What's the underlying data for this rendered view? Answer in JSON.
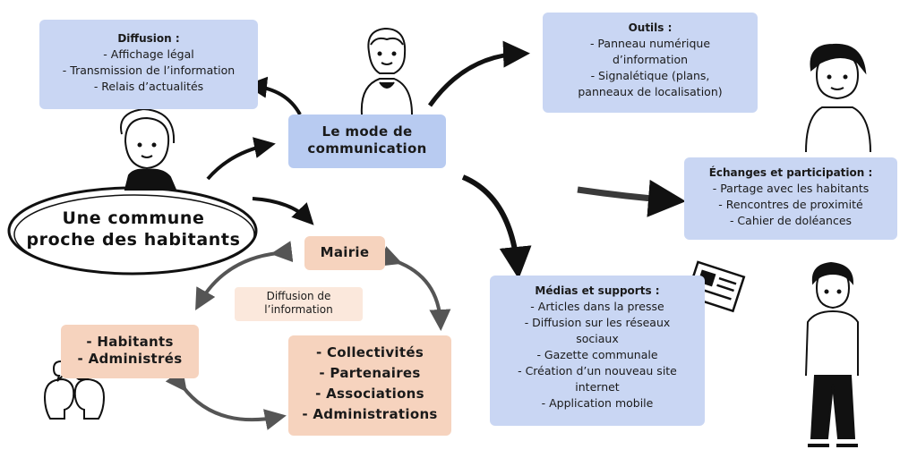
{
  "central": {
    "line1": "Une commune",
    "line2": "proche des habitants"
  },
  "mode": {
    "line1": "Le mode de",
    "line2": "communication"
  },
  "diffusion": {
    "title": "Diffusion :",
    "items": [
      "- Affichage légal",
      "- Transmission de l’information",
      "- Relais d’actualités"
    ]
  },
  "outils": {
    "title": "Outils :",
    "items": [
      "- Panneau numérique",
      "d’information",
      "- Signalétique (plans,",
      "panneaux de localisation)"
    ]
  },
  "echanges": {
    "title": "Échanges et participation :",
    "items": [
      "- Partage avec les habitants",
      "- Rencontres de proximité",
      "- Cahier de doléances"
    ]
  },
  "medias": {
    "title": "Médias et supports :",
    "items": [
      "- Articles dans la presse",
      "- Diffusion sur les réseaux",
      "sociaux",
      "- Gazette communale",
      "- Création d’un nouveau site",
      "internet",
      "- Application mobile"
    ]
  },
  "mairie": {
    "label": "Mairie"
  },
  "diffusion_info": {
    "line1": "Diffusion de",
    "line2": "l’information"
  },
  "habitants": {
    "items": [
      "- Habitants",
      "- Administrés"
    ]
  },
  "partners": {
    "items": [
      "- Collectivités",
      "- Partenaires",
      "- Associations",
      "- Administrations"
    ]
  },
  "icons": {
    "person_center": "woman-portrait-icon",
    "person_left": "woman-portrait-icon",
    "person_right_top": "man-portrait-icon",
    "person_right_full": "man-standing-icon",
    "newspaper": "newspaper-icon",
    "chat": "speaking-heads-icon"
  },
  "colors": {
    "blue_box": "#c9d6f3",
    "peach_box": "#f6d3be",
    "light_peach": "#fbe8dc",
    "arrow_black": "#111111",
    "arrow_grey": "#555555"
  }
}
